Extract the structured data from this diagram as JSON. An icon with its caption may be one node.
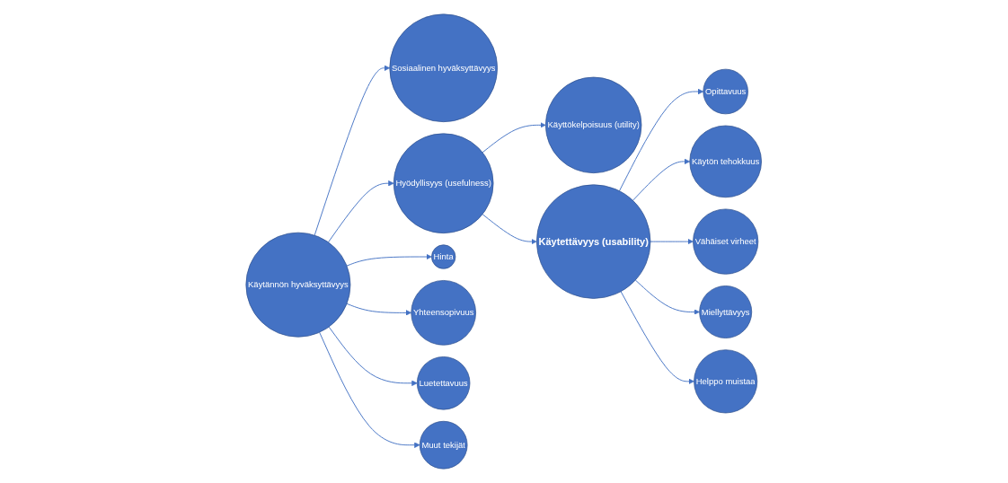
{
  "diagram": {
    "nodes": [
      {
        "text": [
          "Sosiaalinen hyväksyttävyys"
        ]
      },
      {
        "text": [
          "Käytännön hyväksyttävyys"
        ]
      },
      {
        "text": [
          "Käyttökelpoisuus (utility)"
        ]
      },
      {
        "text": [
          "Hyödyllisyys (usefulness)"
        ]
      },
      {
        "text": [
          "Käytettävyys (usability)"
        ]
      },
      {
        "text": [
          "Opittavuus"
        ]
      },
      {
        "text": [
          "Käytön tehokkuus"
        ]
      },
      {
        "text": [
          "Hinta"
        ]
      },
      {
        "text": [
          "Vähäiset virheet"
        ]
      },
      {
        "text": [
          "Yhteensopivuus"
        ]
      },
      {
        "text": [
          "Miellyttävyys"
        ]
      },
      {
        "text": [
          "Luetettavuus"
        ]
      },
      {
        "text": [
          "Helppo muistaa"
        ]
      },
      {
        "text": [
          "Muut tekijät"
        ]
      }
    ],
    "edges": [
      {
        "from": 1,
        "to": 0,
        "arrow": "to"
      },
      {
        "from": 1,
        "to": 3,
        "arrow": "to"
      },
      {
        "from": 1,
        "to": 7,
        "arrow": "to"
      },
      {
        "from": 1,
        "to": 9,
        "arrow": "to"
      },
      {
        "from": 1,
        "to": 11,
        "arrow": "to"
      },
      {
        "from": 1,
        "to": 13,
        "arrow": "to"
      },
      {
        "from": 3,
        "to": 2,
        "arrow": "to"
      },
      {
        "from": 3,
        "to": 4,
        "arrow": "to"
      },
      {
        "from": 4,
        "to": 5,
        "arrow": "to"
      },
      {
        "from": 4,
        "to": 6,
        "arrow": "to"
      },
      {
        "from": 4,
        "to": 8,
        "arrow": "to"
      },
      {
        "from": 4,
        "to": 10,
        "arrow": "to"
      },
      {
        "from": 4,
        "to": 12,
        "arrow": "to"
      }
    ]
  }
}
